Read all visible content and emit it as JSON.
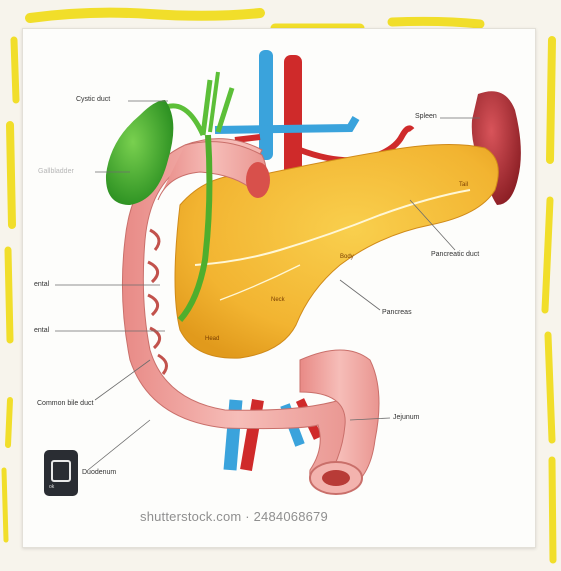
{
  "diagram": {
    "labels": {
      "cystic_duct": "Cystic duct",
      "gallbladder": "Gallbladder",
      "spleen": "Spleen",
      "tail": "Tail",
      "pancreatic_duct": "Pancreatic duct",
      "body": "Body",
      "neck": "Neck",
      "pancreas": "Pancreas",
      "head": "Head",
      "papilla_upper": "ental",
      "papilla_lower": "ental",
      "common_bile_duct": "Common bile duct",
      "jejunum": "Jejunum",
      "duodenum": "Duodenum"
    },
    "watermark": "shutterstock.com · 2484068679",
    "logo_text": "ok"
  },
  "colors": {
    "highlighter": "#f1de2a",
    "vein": "#3aa3dc",
    "artery": "#cf2a2a",
    "pancreas": "#f2b431",
    "duodenum": "#f0a7a3",
    "gallbladder": "#3fae2e",
    "spleen": "#a4262c"
  }
}
